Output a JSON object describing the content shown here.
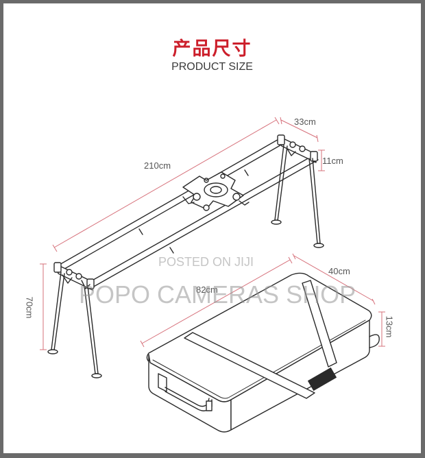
{
  "header": {
    "title_cn": "产品尺寸",
    "title_en": "PRODUCT SIZE"
  },
  "dimensions": {
    "width": "33cm",
    "height_rail": "11cm",
    "length": "210cm",
    "stand_height": "70cm",
    "case_depth": "40cm",
    "case_length": "82cm",
    "case_height": "13cm"
  },
  "watermark": {
    "posted": "POSTED ON JIJI",
    "shop": "POPO CAMERAS SHOP"
  },
  "colors": {
    "accent": "#cc1f2b",
    "dimension_line": "#d6707a",
    "drawing": "#2a2a2a"
  }
}
